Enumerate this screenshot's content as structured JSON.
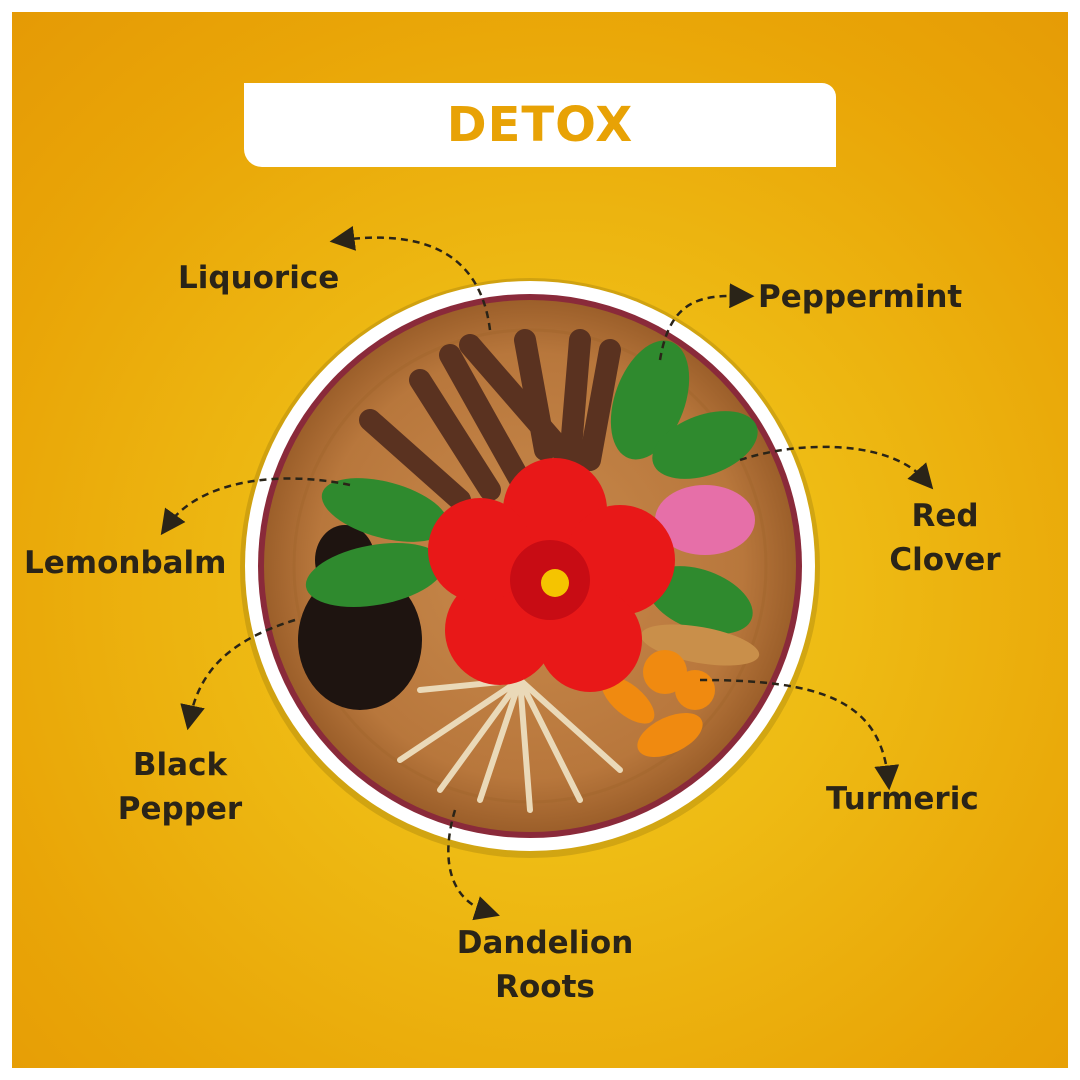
{
  "title": "DETOX",
  "ingredients": {
    "liquorice": "Liquorice",
    "peppermint": "Peppermint",
    "lemonbalm": "Lemonbalm",
    "red_clover": "Red Clover",
    "black_pepper": "Black Pepper",
    "turmeric": "Turmeric",
    "dandelion_roots": "Dandelion Roots"
  },
  "colors": {
    "background": "#eab00e",
    "title": "#e8a205",
    "text": "#2a2418",
    "rim": "#8a2a3a"
  }
}
